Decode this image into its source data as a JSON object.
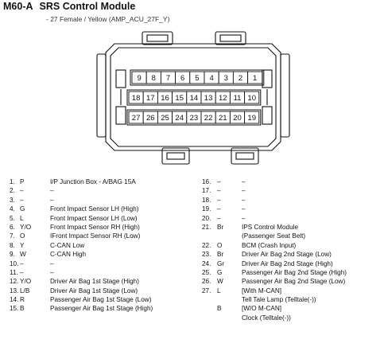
{
  "header": {
    "code": "M60-A",
    "title": "SRS Control Module",
    "subtitle": "- 27 Female / Yellow (AMP_ACU_27F_Y)"
  },
  "connector": {
    "rows": [
      [
        "9",
        "8",
        "7",
        "6",
        "5",
        "4",
        "3",
        "2",
        "1"
      ],
      [
        "18",
        "17",
        "16",
        "15",
        "14",
        "13",
        "12",
        "11",
        "10"
      ],
      [
        "27",
        "26",
        "25",
        "24",
        "23",
        "22",
        "21",
        "20",
        "19"
      ]
    ]
  },
  "pins_left": [
    {
      "num": "1.",
      "code": "P",
      "desc": "I/P Junction Box - A/BAG 15A"
    },
    {
      "num": "2.",
      "code": "–",
      "desc": "–"
    },
    {
      "num": "3.",
      "code": "–",
      "desc": "–"
    },
    {
      "num": "4.",
      "code": "G",
      "desc": "Front Impact Sensor LH (High)"
    },
    {
      "num": "5.",
      "code": "L",
      "desc": "Front Impact Sensor LH (Low)"
    },
    {
      "num": "6.",
      "code": "Y/O",
      "desc": "Front Impact Sensor RH (High)"
    },
    {
      "num": "7.",
      "code": "O",
      "desc": "IFront Impact Sensor RH (Low)"
    },
    {
      "num": "8.",
      "code": "Y",
      "desc": "C-CAN Low"
    },
    {
      "num": "9.",
      "code": "W",
      "desc": "C-CAN High"
    },
    {
      "num": "10.",
      "code": "–",
      "desc": "–"
    },
    {
      "num": "11.",
      "code": "–",
      "desc": "–"
    },
    {
      "num": "12.",
      "code": "Y/O",
      "desc": "Driver Air Bag 1st Stage (High)"
    },
    {
      "num": "13.",
      "code": "L/B",
      "desc": "Driver Air Bag 1st Stage (Low)"
    },
    {
      "num": "14.",
      "code": "R",
      "desc": "Passenger Air Bag 1st Stage (Low)"
    },
    {
      "num": "15.",
      "code": "B",
      "desc": "Passenger Air Bag 1st Stage (High)"
    }
  ],
  "pins_right": [
    {
      "num": "16.",
      "code": "–",
      "desc": "–"
    },
    {
      "num": "17.",
      "code": "–",
      "desc": "–"
    },
    {
      "num": "18.",
      "code": "–",
      "desc": "–"
    },
    {
      "num": "19.",
      "code": "–",
      "desc": "–"
    },
    {
      "num": "20.",
      "code": "–",
      "desc": "–"
    },
    {
      "num": "21.",
      "code": "Br",
      "desc": "IPS Control Module"
    },
    {
      "num": "",
      "code": "",
      "desc": "(Passenger Seat Belt)"
    },
    {
      "num": "22.",
      "code": "O",
      "desc": "BCM (Crash Input)"
    },
    {
      "num": "23.",
      "code": "Br",
      "desc": "Driver Air Bag 2nd Stage (Low)"
    },
    {
      "num": "24.",
      "code": "Gr",
      "desc": "Driver Air Bag 2nd Stage (High)"
    },
    {
      "num": "25.",
      "code": "G",
      "desc": "Passenger Air Bag 2nd Stage (High)"
    },
    {
      "num": "26.",
      "code": "W",
      "desc": "Passenger Air Bag 2nd Stage (Low)"
    },
    {
      "num": "27.",
      "code": "L",
      "desc": "[With M-CAN]"
    },
    {
      "num": "",
      "code": "",
      "desc": "Tell Tale Lamp (Telltale(-))"
    },
    {
      "num": "",
      "code": "B",
      "desc": "[W/O M-CAN]"
    },
    {
      "num": "",
      "code": "",
      "desc": "Clock (Telltale(-))"
    }
  ]
}
